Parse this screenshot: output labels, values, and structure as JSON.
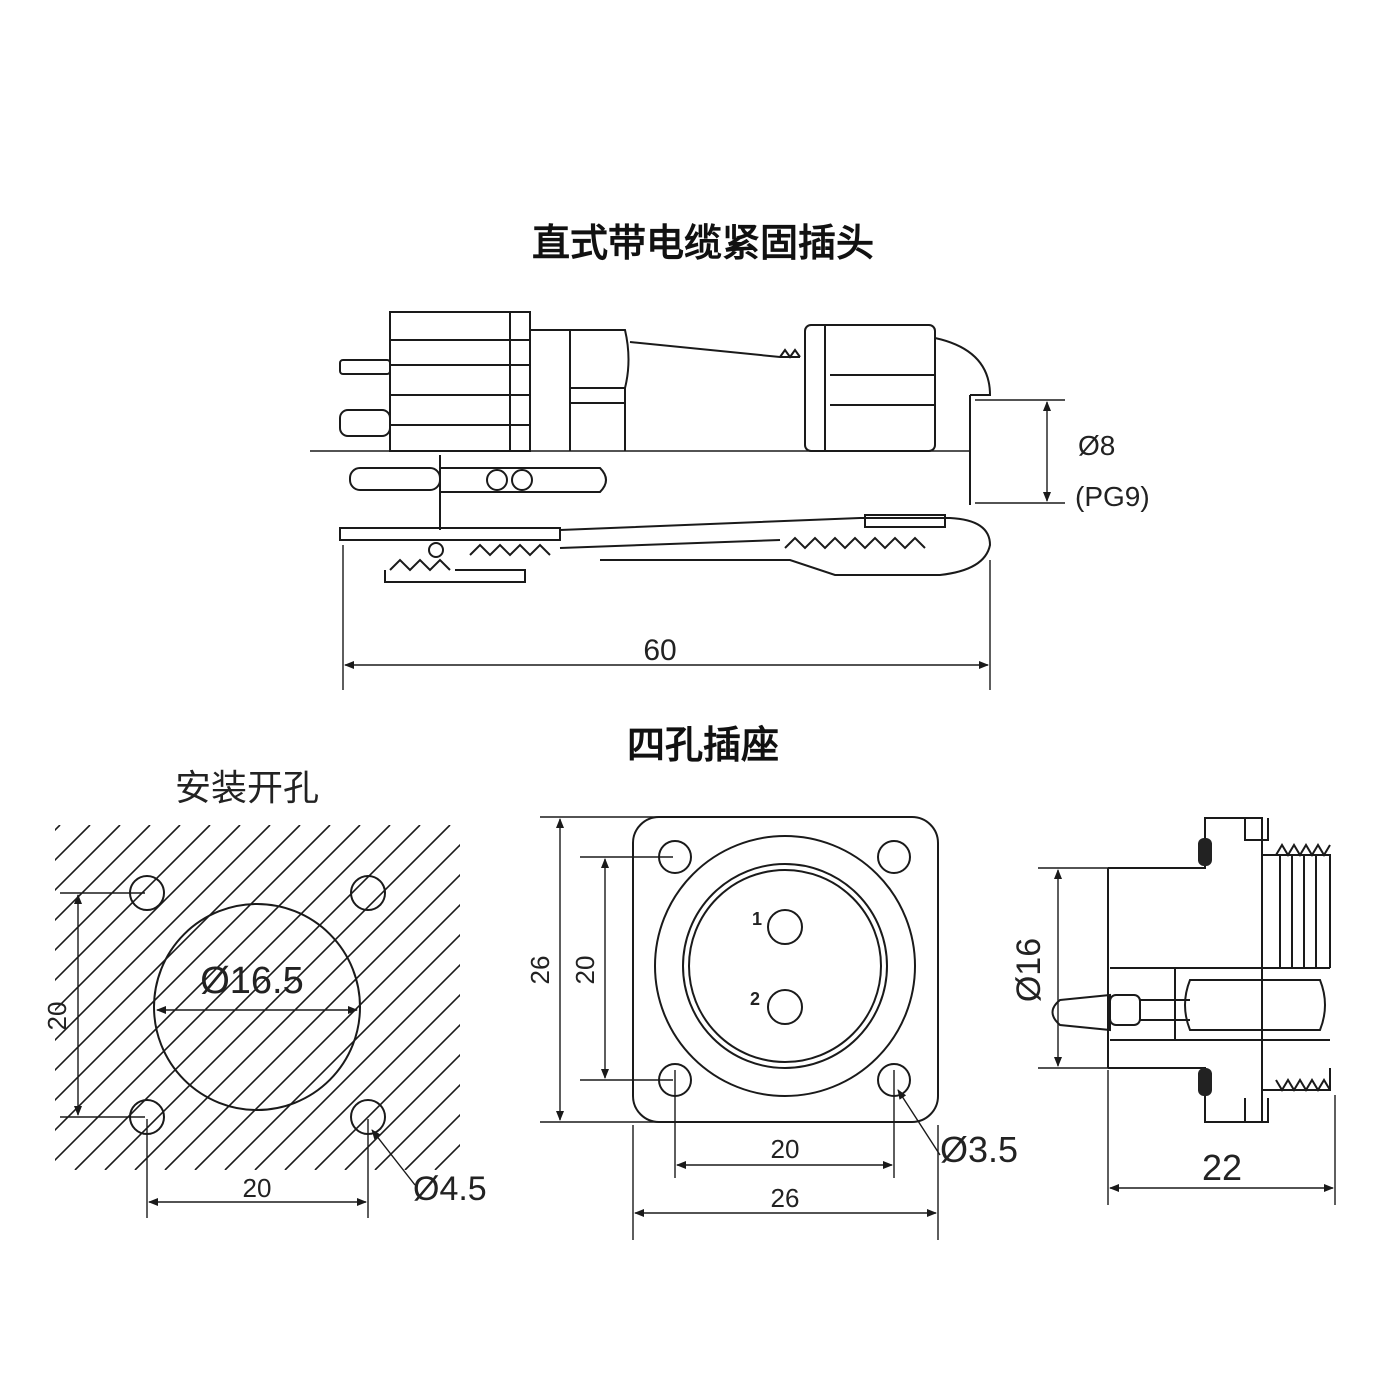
{
  "titles": {
    "plug": "直式带电缆紧固插头",
    "socket": "四孔插座",
    "panel_cutout": "安装开孔"
  },
  "plug_view": {
    "cable_dia": "Ø8",
    "cable_gland": "(PG9)",
    "overall_length": "60"
  },
  "cutout_view": {
    "center_hole_dia": "Ø16.5",
    "hole_spacing_v": "20",
    "hole_spacing_h": "20",
    "mount_hole_dia": "Ø4.5"
  },
  "socket_front_view": {
    "flange_height": "26",
    "hole_spacing_v": "20",
    "hole_spacing_h": "20",
    "flange_width": "26",
    "mount_hole_dia": "Ø3.5",
    "pin1": "1",
    "pin2": "2"
  },
  "socket_side_view": {
    "body_dia": "Ø16",
    "depth": "22"
  }
}
